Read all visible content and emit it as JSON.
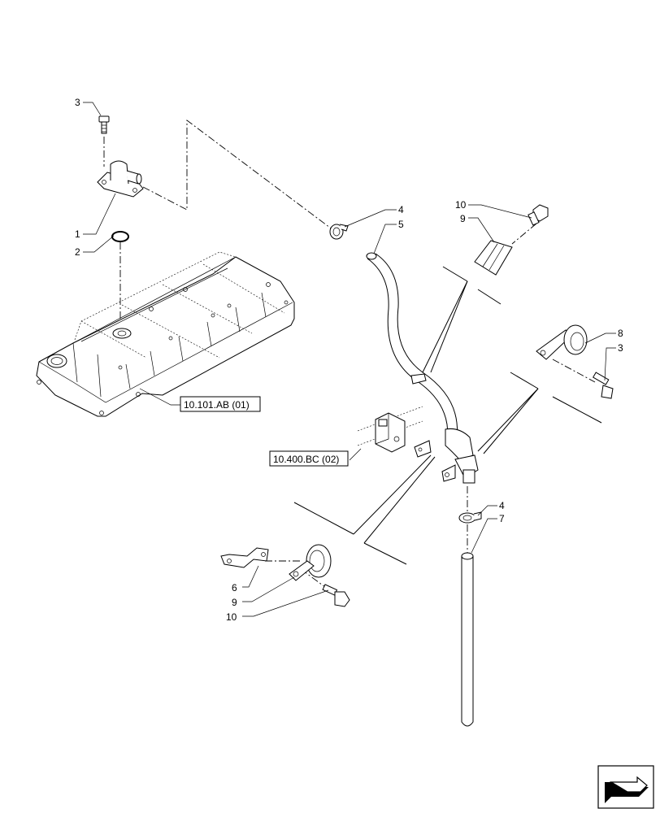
{
  "callouts": {
    "c1": "1",
    "c2": "2",
    "c3a": "3",
    "c3b": "3",
    "c4a": "4",
    "c4b": "4",
    "c5": "5",
    "c6": "6",
    "c7": "7",
    "c8": "8",
    "c9a": "9",
    "c9b": "9",
    "c10a": "10",
    "c10b": "10"
  },
  "references": {
    "rocker_cover": "10.101.AB (01)",
    "breather": "10.400.BC (02)"
  },
  "icons": {
    "nav": "arrow-icon"
  }
}
